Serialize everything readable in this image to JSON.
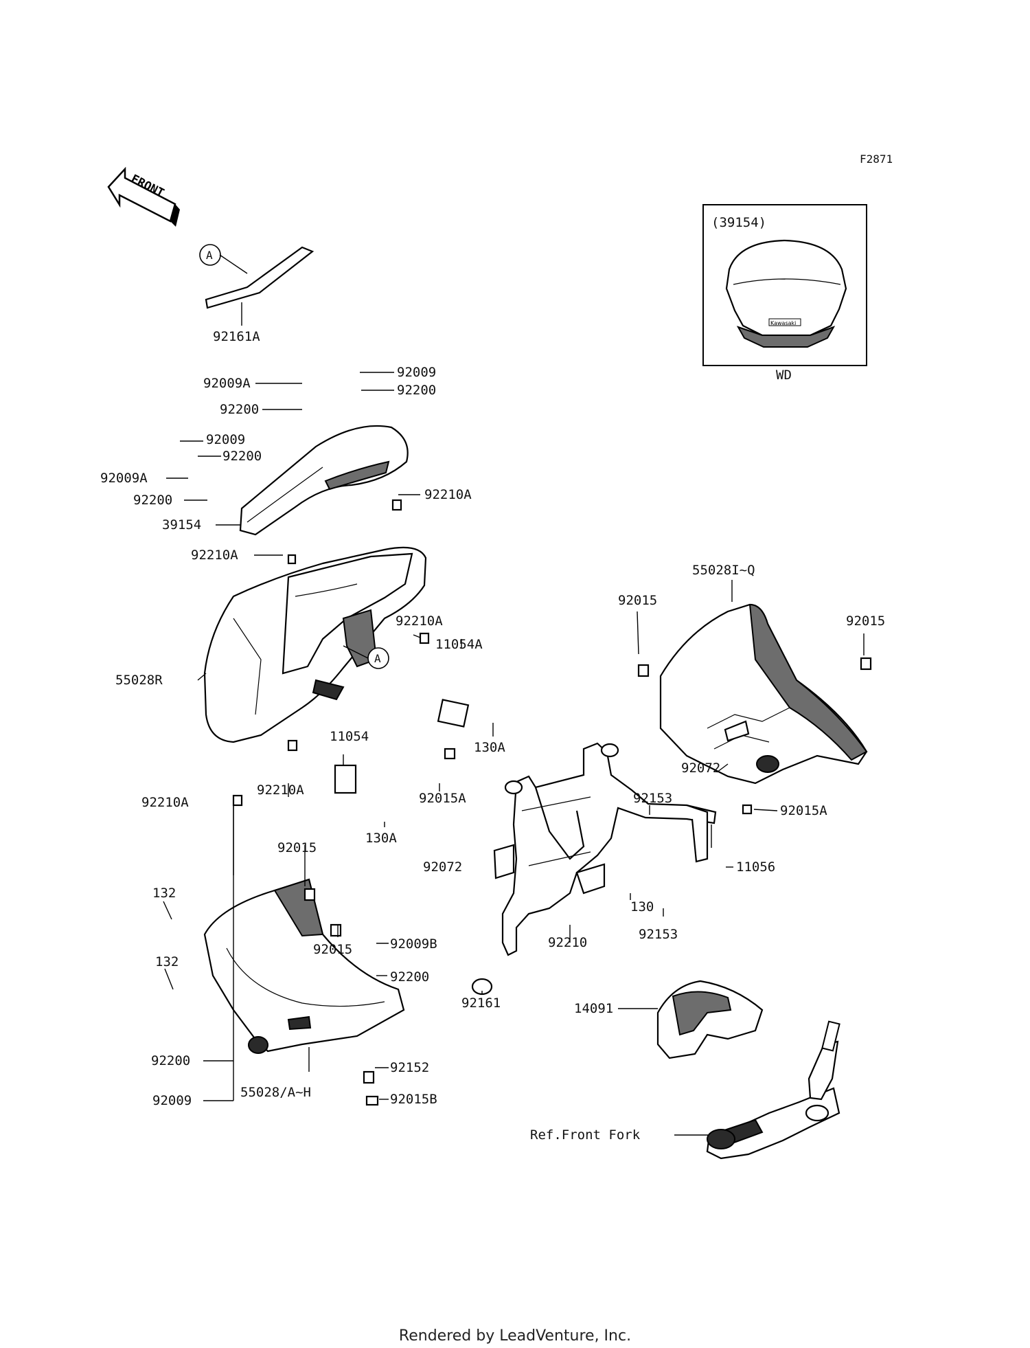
{
  "figure_code": "F2871",
  "front_arrow": "FRONT",
  "callout_marker": "A",
  "inset": {
    "title": "(39154)",
    "caption": "WD",
    "logo": "Kawasaki"
  },
  "footer": "Rendered by LeadVenture, Inc.",
  "labels": {
    "l_92161A": "92161A",
    "l_92009A_1": "92009A",
    "l_92009_1": "92009",
    "l_92200_1": "92200",
    "l_92200_2": "92200",
    "l_92009_2": "92009",
    "l_92200_3": "92200",
    "l_92009A_2": "92009A",
    "l_92200_4": "92200",
    "l_92210A_1": "92210A",
    "l_39154": "39154",
    "l_92210A_2": "92210A",
    "l_55028IQ": "55028I~Q",
    "l_92015_1": "92015",
    "l_92015_2": "92015",
    "l_92210A_3": "92210A",
    "l_11054A": "11054A",
    "l_55028R": "55028R",
    "l_130A_1": "130A",
    "l_11054": "11054",
    "l_92072_1": "92072",
    "l_92015A_1": "92015A",
    "l_92153_1": "92153",
    "l_92210A_4": "92210A",
    "l_92015A_2": "92015A",
    "l_92210A_5": "92210A",
    "l_130A_2": "130A",
    "l_92015_3": "92015",
    "l_92072_2": "92072",
    "l_11056": "11056",
    "l_132_1": "132",
    "l_130": "130",
    "l_92153_2": "92153",
    "l_92210": "92210",
    "l_92015_4": "92015",
    "l_92009B": "92009B",
    "l_132_2": "132",
    "l_92200_5": "92200",
    "l_92161": "92161",
    "l_14091": "14091",
    "l_92200_6": "92200",
    "l_55028AH": "55028/A~H",
    "l_92152": "92152",
    "l_92009_3": "92009",
    "l_92015B": "92015B",
    "l_ref_fork": "Ref.Front Fork"
  },
  "colors": {
    "line": "#000000",
    "fill_dark": "#2a2a2a",
    "fill_mid": "#6d6d6d",
    "background": "#ffffff"
  }
}
